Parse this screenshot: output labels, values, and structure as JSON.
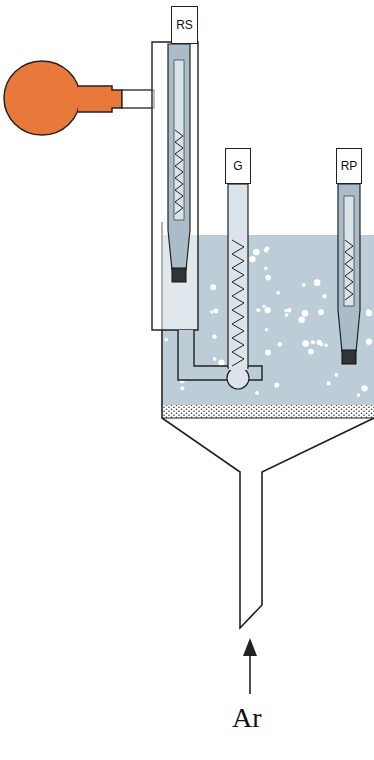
{
  "diagram": {
    "nodes": [
      {
        "text": [
          "RS"
        ]
      },
      {
        "text": [
          "G"
        ]
      },
      {
        "text": [
          "RP"
        ]
      }
    ],
    "labels": [
      "Ar"
    ]
  }
}
